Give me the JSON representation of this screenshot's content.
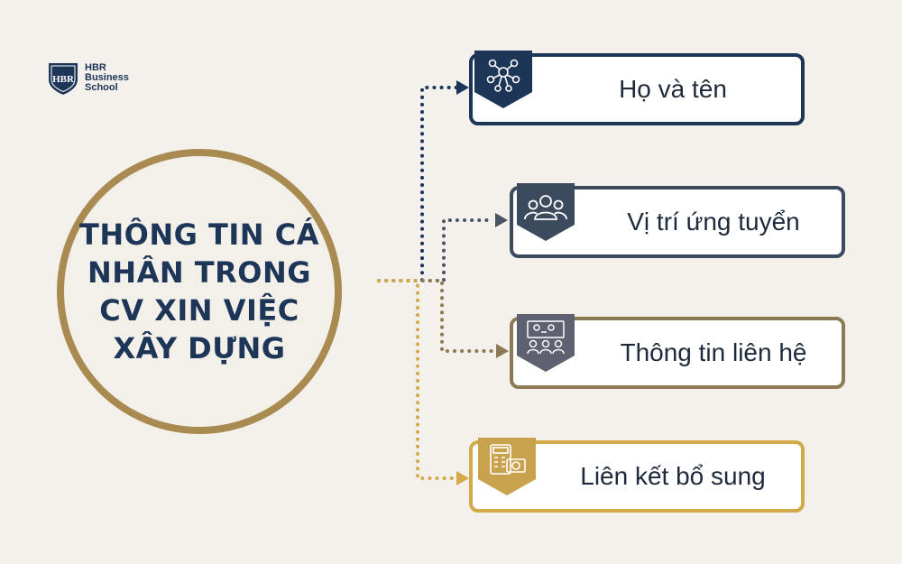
{
  "brand": {
    "monogram": "HBR",
    "name_line1": "HBR",
    "name_line2": "Business",
    "name_line3": "School"
  },
  "center": {
    "title": "THÔNG TIN CÁ NHÂN TRONG CV XIN VIỆC XÂY DỰNG"
  },
  "items": [
    {
      "label": "Họ và tên",
      "icon": "network-people-icon",
      "color": "#1d3557"
    },
    {
      "label": "Vị trí ứng tuyển",
      "icon": "team-icon",
      "color": "#3b4a5c"
    },
    {
      "label": "Thông tin liên hệ",
      "icon": "meeting-icon",
      "color": "#8c7a55"
    },
    {
      "label": "Liên kết bổ sung",
      "icon": "calculator-money-icon",
      "color": "#d4a94a"
    }
  ]
}
